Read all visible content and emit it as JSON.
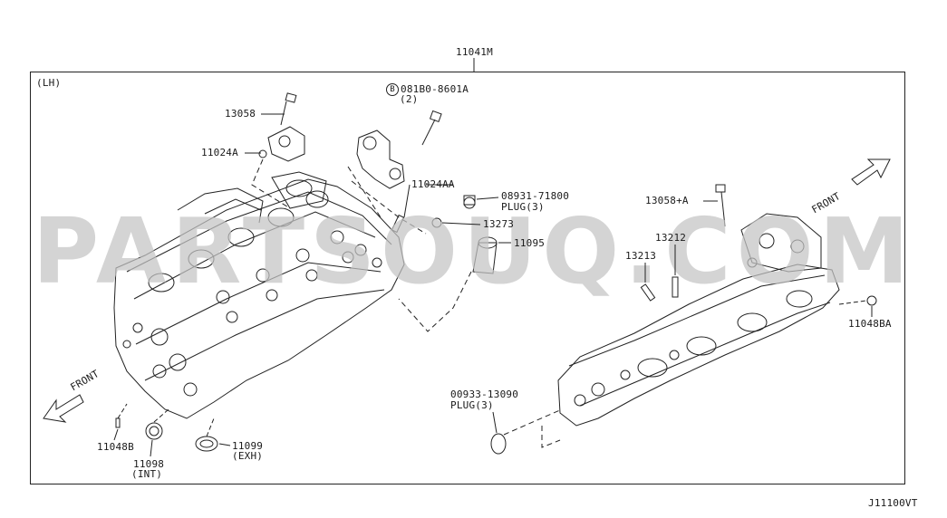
{
  "assembly_ref": "11041M",
  "side_label": "(LH)",
  "diagram_code": "J11100VT",
  "watermark": "PARTSOUQ.COM",
  "front_left": "FRONT",
  "front_right": "FRONT",
  "bolt_circle_letter": "B",
  "parts": {
    "p13058": "13058",
    "p11024A": "11024A",
    "p081B0": "081B0-8601A",
    "p081B0_qty": "(2)",
    "p11024AA": "11024AA",
    "p08931": "08931-71800",
    "p08931_desc": "PLUG(3)",
    "p13273": "13273",
    "p11095": "11095",
    "p13058A": "13058+A",
    "p13212": "13212",
    "p13213": "13213",
    "p11048BA": "11048BA",
    "p00933": "00933-13090",
    "p00933_desc": "PLUG(3)",
    "p11048B": "11048B",
    "p11098": "11098",
    "p11098_desc": "(INT)",
    "p11099": "11099",
    "p11099_desc": "(EXH)"
  },
  "colors": {
    "line": "#222222",
    "watermark": "#c4c4c4"
  }
}
